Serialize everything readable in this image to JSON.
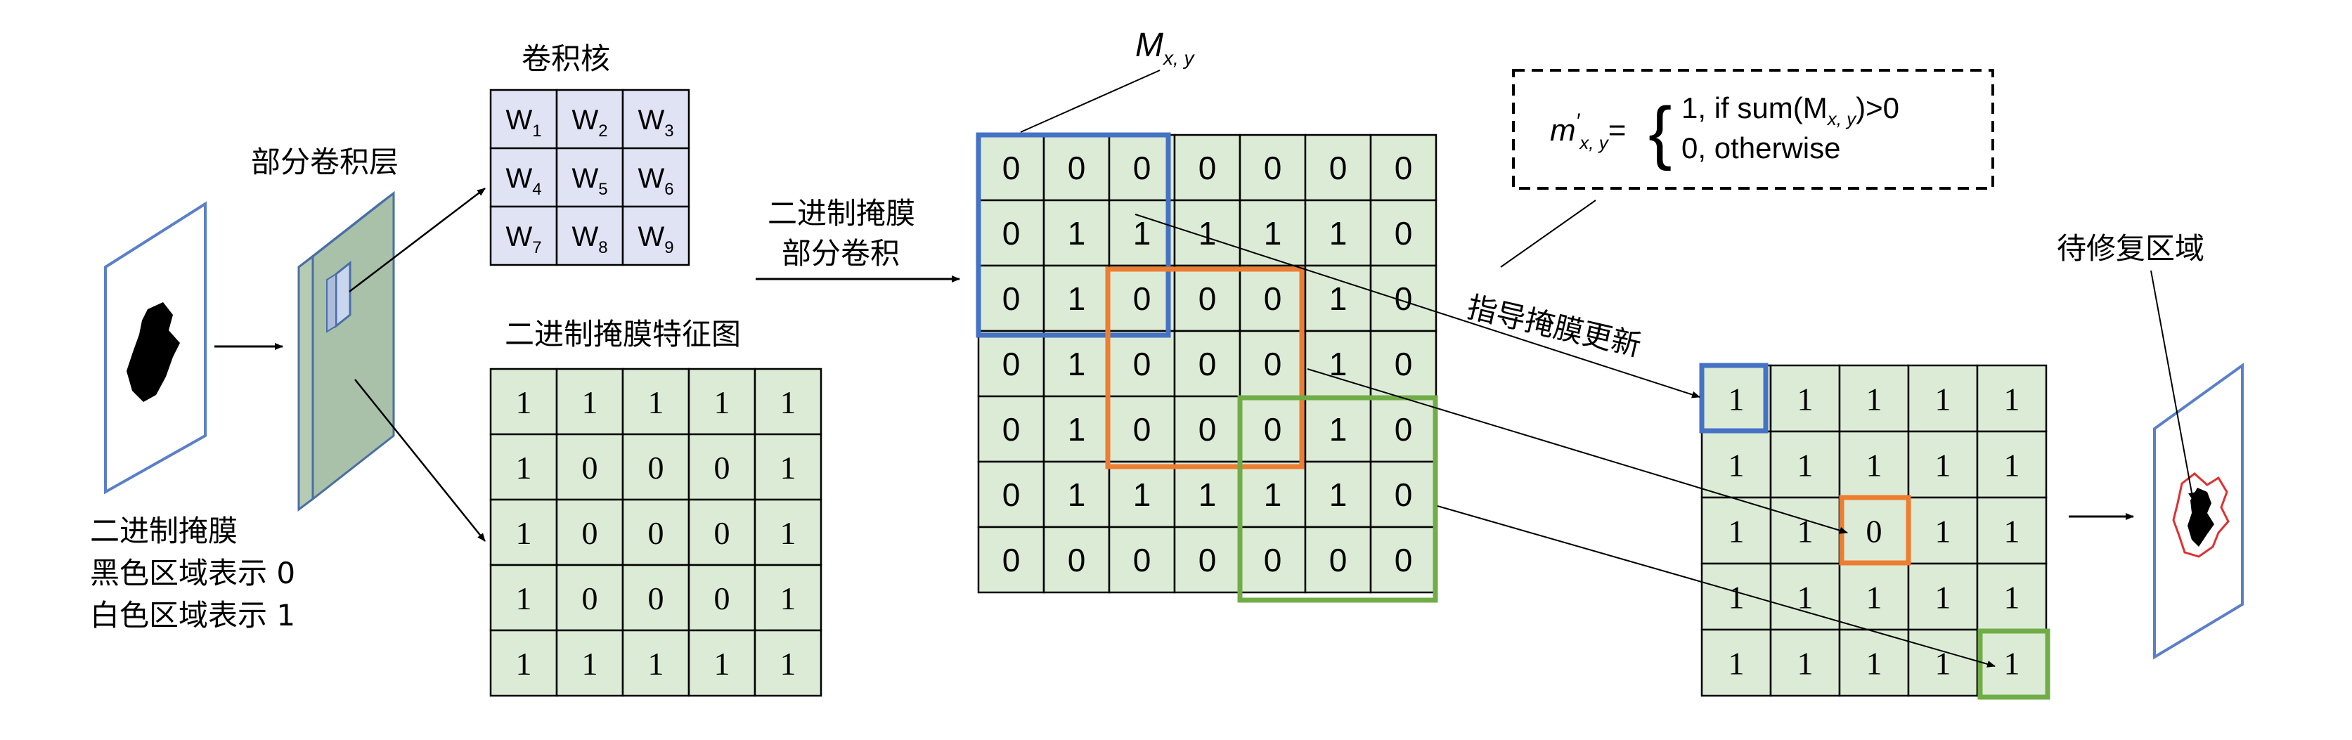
{
  "labels": {
    "input_mask_title": "二进制掩膜",
    "input_mask_black": "黑色区域表示 0",
    "input_mask_white": "白色区域表示 1",
    "partial_conv_layer": "部分卷积层",
    "kernel_title": "卷积核",
    "mask_feature_title": "二进制掩膜特征图",
    "partial_conv_line1": "二进制掩膜",
    "partial_conv_line2": "部分卷积",
    "window_symbol": "M",
    "window_subscript": "x, y",
    "update_rule_lhs": "m",
    "update_rule_prime": "′",
    "update_rule_lhs_sub": "x, y",
    "update_rule_eq": "=",
    "update_case1": "1,   if sum(M",
    "update_case1_sub": "x, y",
    "update_case1_tail": ")>0",
    "update_case2": "0,   otherwise",
    "guided_update": "指导掩膜更新",
    "repair_region": "待修复区域"
  },
  "kernel": [
    [
      "W1",
      "W2",
      "W3"
    ],
    [
      "W4",
      "W5",
      "W6"
    ],
    [
      "W7",
      "W8",
      "W9"
    ]
  ],
  "mask_feature_map": [
    [
      "1",
      "1",
      "1",
      "1",
      "1"
    ],
    [
      "1",
      "0",
      "0",
      "0",
      "1"
    ],
    [
      "1",
      "0",
      "0",
      "0",
      "1"
    ],
    [
      "1",
      "0",
      "0",
      "0",
      "1"
    ],
    [
      "1",
      "1",
      "1",
      "1",
      "1"
    ]
  ],
  "center_grid": [
    [
      "0",
      "0",
      "0",
      "0",
      "0",
      "0",
      "0"
    ],
    [
      "0",
      "1",
      "1",
      "1",
      "1",
      "1",
      "0"
    ],
    [
      "0",
      "1",
      "0",
      "0",
      "0",
      "1",
      "0"
    ],
    [
      "0",
      "1",
      "0",
      "0",
      "0",
      "1",
      "0"
    ],
    [
      "0",
      "1",
      "0",
      "0",
      "0",
      "1",
      "0"
    ],
    [
      "0",
      "1",
      "1",
      "1",
      "1",
      "1",
      "0"
    ],
    [
      "0",
      "0",
      "0",
      "0",
      "0",
      "0",
      "0"
    ]
  ],
  "updated_mask": [
    [
      "1",
      "1",
      "1",
      "1",
      "1"
    ],
    [
      "1",
      "1",
      "1",
      "1",
      "1"
    ],
    [
      "1",
      "1",
      "0",
      "1",
      "1"
    ],
    [
      "1",
      "1",
      "1",
      "1",
      "1"
    ],
    [
      "1",
      "1",
      "1",
      "1",
      "1"
    ]
  ],
  "colors": {
    "cell_fill": "#dcebd5",
    "kernel_fill": "#dfe3f4",
    "highlight_blue": "#4472c4",
    "highlight_orange": "#ed7d31",
    "highlight_green": "#70ad47",
    "frame_blue": "#5b7fc9",
    "layer_fill": "#a9c1a9",
    "repair_red": "#e03030"
  }
}
